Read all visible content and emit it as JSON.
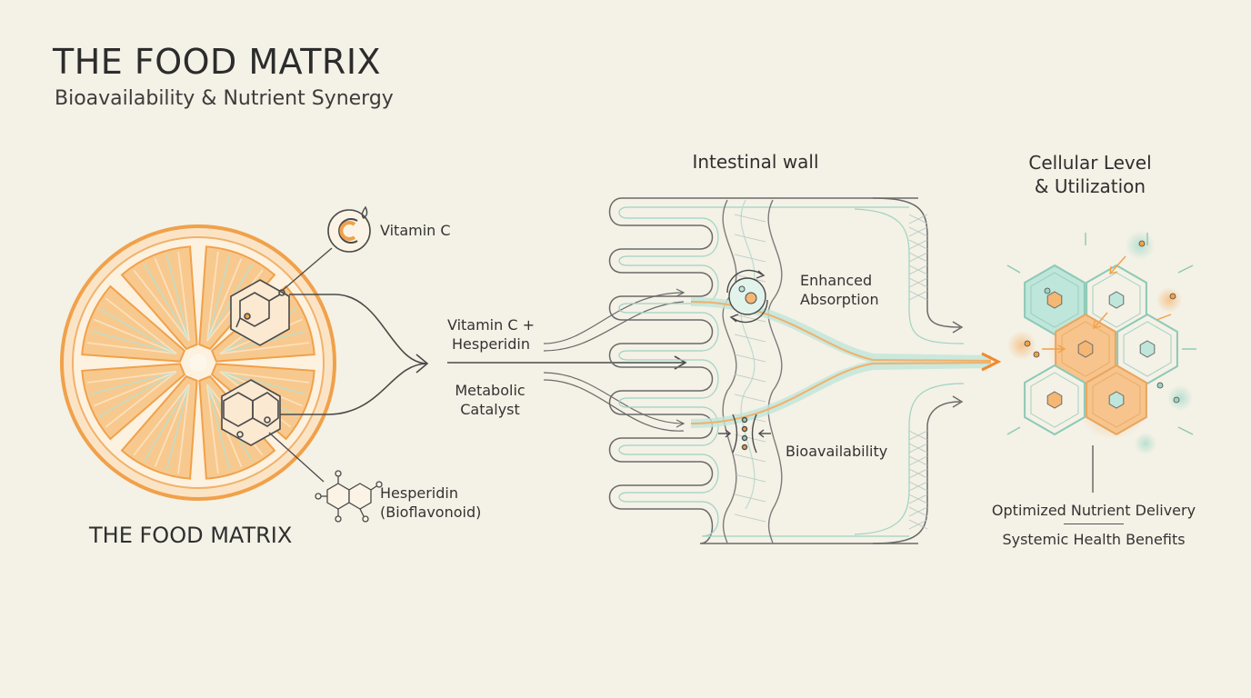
{
  "header": {
    "title": "THE FOOD MATRIX",
    "subtitle": "Bioavailability & Nutrient Synergy"
  },
  "left": {
    "vitamin_c": "Vitamin C",
    "hesperidin": "Hesperidin",
    "bioflavonoid": "(Bioflavonoid)",
    "bottom_title": "THE FOOD MATRIX"
  },
  "middle": {
    "combo_line1": "Vitamin C +",
    "combo_line2": "Hesperidin",
    "catalyst_line1": "Metabolic",
    "catalyst_line2": "Catalyst",
    "section_title": "Intestinal wall",
    "enhanced_line1": "Enhanced",
    "enhanced_line2": "Absorption",
    "bioavailability": "Bioavailability"
  },
  "right": {
    "section_line1": "Cellular Level",
    "section_line2": "& Utilization",
    "delivery": "Optimized Nutrient Delivery",
    "benefits": "Systemic Health Benefits"
  },
  "colors": {
    "orange": "#f0a14a",
    "teal": "#a8dccc",
    "line": "#4a4a4a",
    "background": "#f4f1e6"
  }
}
